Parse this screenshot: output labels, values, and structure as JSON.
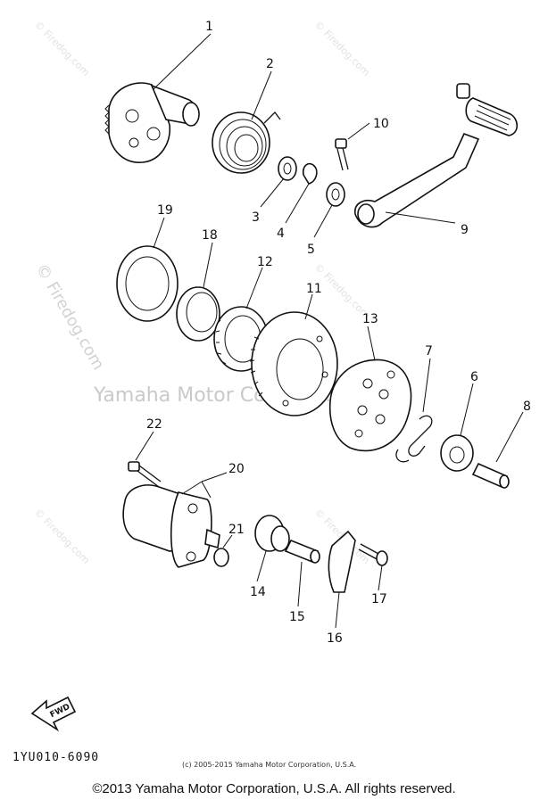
{
  "watermark": {
    "main": "Yamaha Motor Corp., U.S.A.",
    "side": "© Firedog.com",
    "tile": "© Firedog.com"
  },
  "callouts": [
    "1",
    "2",
    "3",
    "4",
    "5",
    "6",
    "7",
    "8",
    "9",
    "10",
    "11",
    "12",
    "13",
    "14",
    "15",
    "16",
    "17",
    "18",
    "19",
    "20",
    "21",
    "22"
  ],
  "fwd_label": "FWD",
  "diagram_code": "1YU010-6090",
  "small_copyright": "(c) 2005-2015 Yamaha Motor Corporation, U.S.A.",
  "footer_copyright": "©2013 Yamaha Motor Corporation, U.S.A. All rights reserved."
}
